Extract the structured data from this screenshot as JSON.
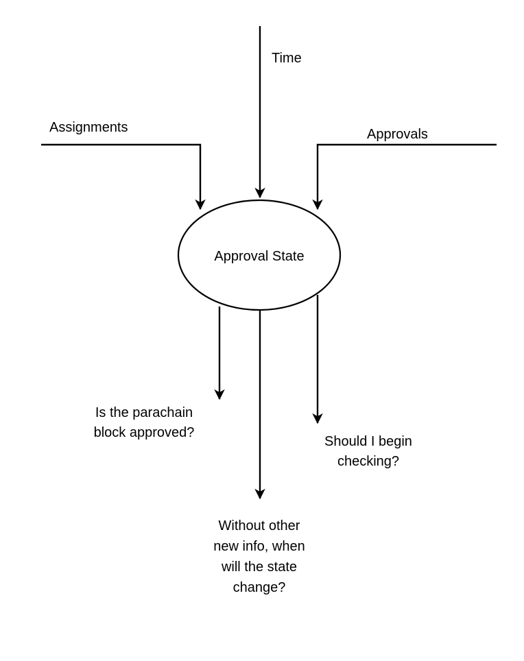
{
  "diagram": {
    "type": "flow-diagram",
    "background_color": "#ffffff",
    "stroke_color": "#000000",
    "text_color": "#000000",
    "node": {
      "shape": "ellipse",
      "label": "Approval State"
    },
    "inputs": [
      {
        "id": "assignments",
        "label": "Assignments",
        "direction": "into-node",
        "arrowhead": true
      },
      {
        "id": "time",
        "label": "Time",
        "direction": "into-node",
        "arrowhead": true
      },
      {
        "id": "approvals",
        "label": "Approvals",
        "direction": "into-node",
        "arrowhead": true
      }
    ],
    "outputs": [
      {
        "id": "parachain-approved",
        "line1": "Is the parachain",
        "line2": "block approved?",
        "direction": "out-of-node",
        "arrowhead": true
      },
      {
        "id": "state-change",
        "line1": "Without other",
        "line2": "new info, when",
        "line3": "will the state",
        "line4": "change?",
        "direction": "out-of-node",
        "arrowhead": true
      },
      {
        "id": "begin-checking",
        "line1": "Should I begin",
        "line2": "checking?",
        "direction": "out-of-node",
        "arrowhead": true
      }
    ]
  }
}
